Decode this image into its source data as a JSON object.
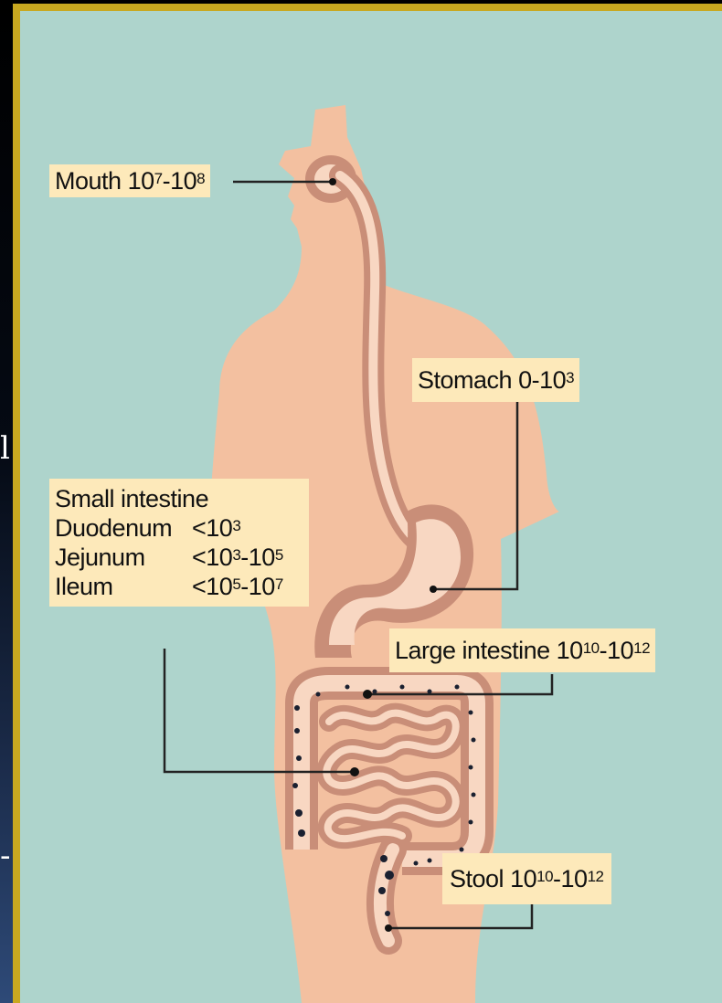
{
  "edge_glyphs": [
    "l",
    "-"
  ],
  "labels": {
    "mouth": {
      "name": "Mouth",
      "base1": "10",
      "exp1": "7",
      "sep": "-",
      "base2": "10",
      "exp2": "8"
    },
    "stomach": {
      "name": "Stomach",
      "base1": "0-10",
      "exp1": "3"
    },
    "small_intestine": {
      "title": "Small intestine",
      "rows": [
        {
          "name": "Duodenum",
          "prefix": "<10",
          "exp1": "3",
          "sep": "",
          "base2": "",
          "exp2": ""
        },
        {
          "name": "Jejunum",
          "prefix": "<10",
          "exp1": "3",
          "sep": "-",
          "base2": "10",
          "exp2": "5"
        },
        {
          "name": "Ileum",
          "prefix": "<10",
          "exp1": "5",
          "sep": "-",
          "base2": "10",
          "exp2": "7"
        }
      ]
    },
    "large_intestine": {
      "name": "Large intestine",
      "base1": "10",
      "exp1": "10",
      "sep": "-",
      "base2": "10",
      "exp2": "12"
    },
    "stool": {
      "name": "Stool",
      "base1": "10",
      "exp1": "10",
      "sep": "-",
      "base2": "10",
      "exp2": "12"
    }
  },
  "colors": {
    "background": "#aed4cc",
    "body": "#f3c0a0",
    "gut_outer": "#c98e78",
    "gut_inner": "#f8d7c2",
    "label_fill": "#fde9ba",
    "frame": "#c8a820",
    "leader": "#222222"
  }
}
